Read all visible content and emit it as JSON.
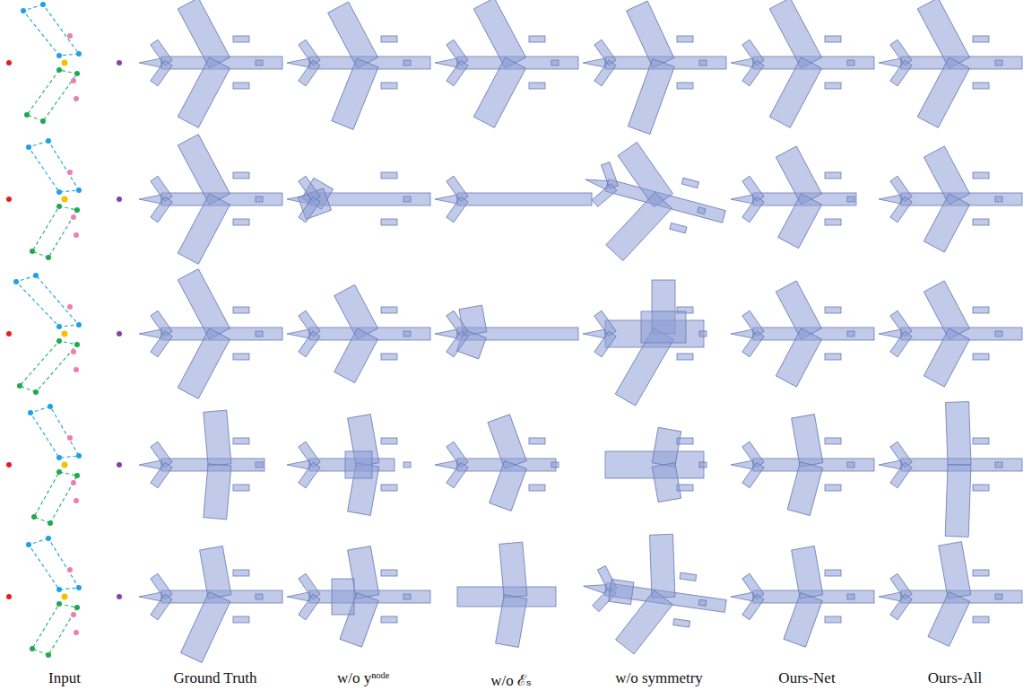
{
  "diagram": {
    "labels": [
      "Input",
      "Ground Truth",
      "w/o yⁿᵒᵈᵉ",
      "w/o ℰₛ",
      "w/o symmetry",
      "Ours-Net",
      "Ours-All"
    ]
  }
}
